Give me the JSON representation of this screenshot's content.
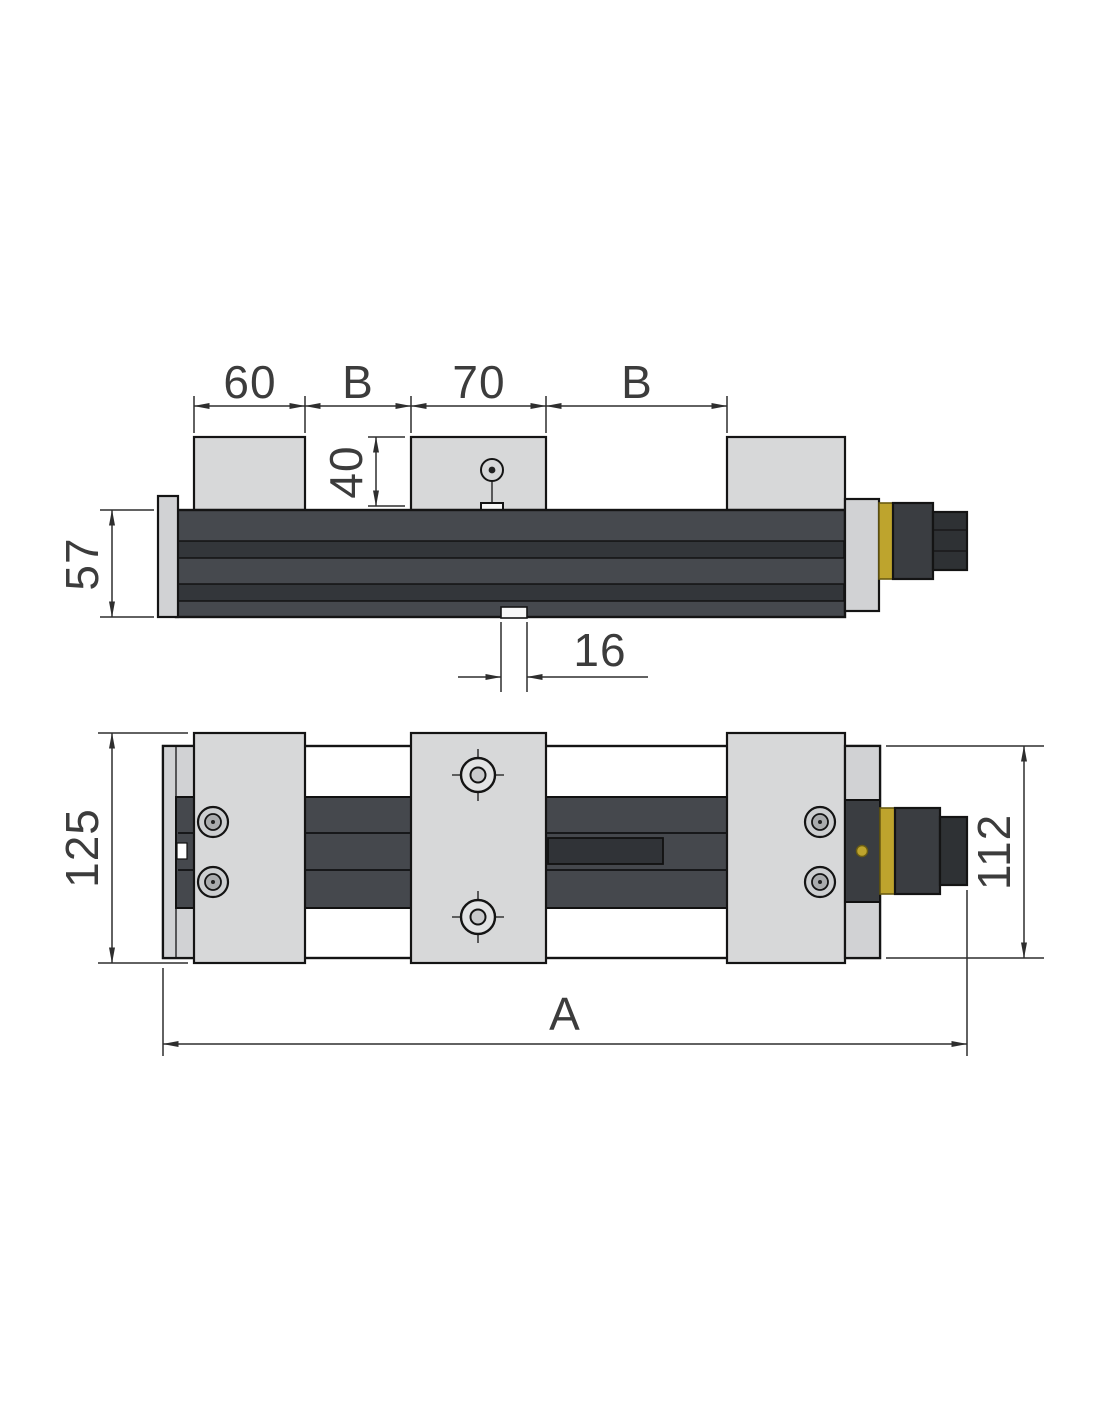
{
  "dimensions": {
    "side_view": {
      "left_jaw_width": "60",
      "gap_left": "B",
      "center_jaw_width": "70",
      "gap_right": "B",
      "jaw_height": "40",
      "body_height": "57",
      "slot_width": "16"
    },
    "plan_view": {
      "overall_width": "125",
      "body_width": "112",
      "overall_length": "A"
    }
  },
  "colors": {
    "background": "#ffffff",
    "body_dark": "#46494e",
    "body_stripe": "#33363a",
    "block_gray": "#d7d8d9",
    "plate_gray": "#d1d2d4",
    "rail_dark": "#45484d",
    "shaft_dark": "#303337",
    "spindle_dark": "#3a3d41",
    "end_dark": "#2e3134",
    "brass": "#bea42d",
    "screw_face": "#e2e3e4",
    "screw_inner": "#c9cacc",
    "bolt_outer": "#ccced0",
    "bolt_inner": "#a9abad",
    "nut_white": "#f7f7f7",
    "line": "#141414",
    "dimension_line": "#2e2e2e"
  }
}
